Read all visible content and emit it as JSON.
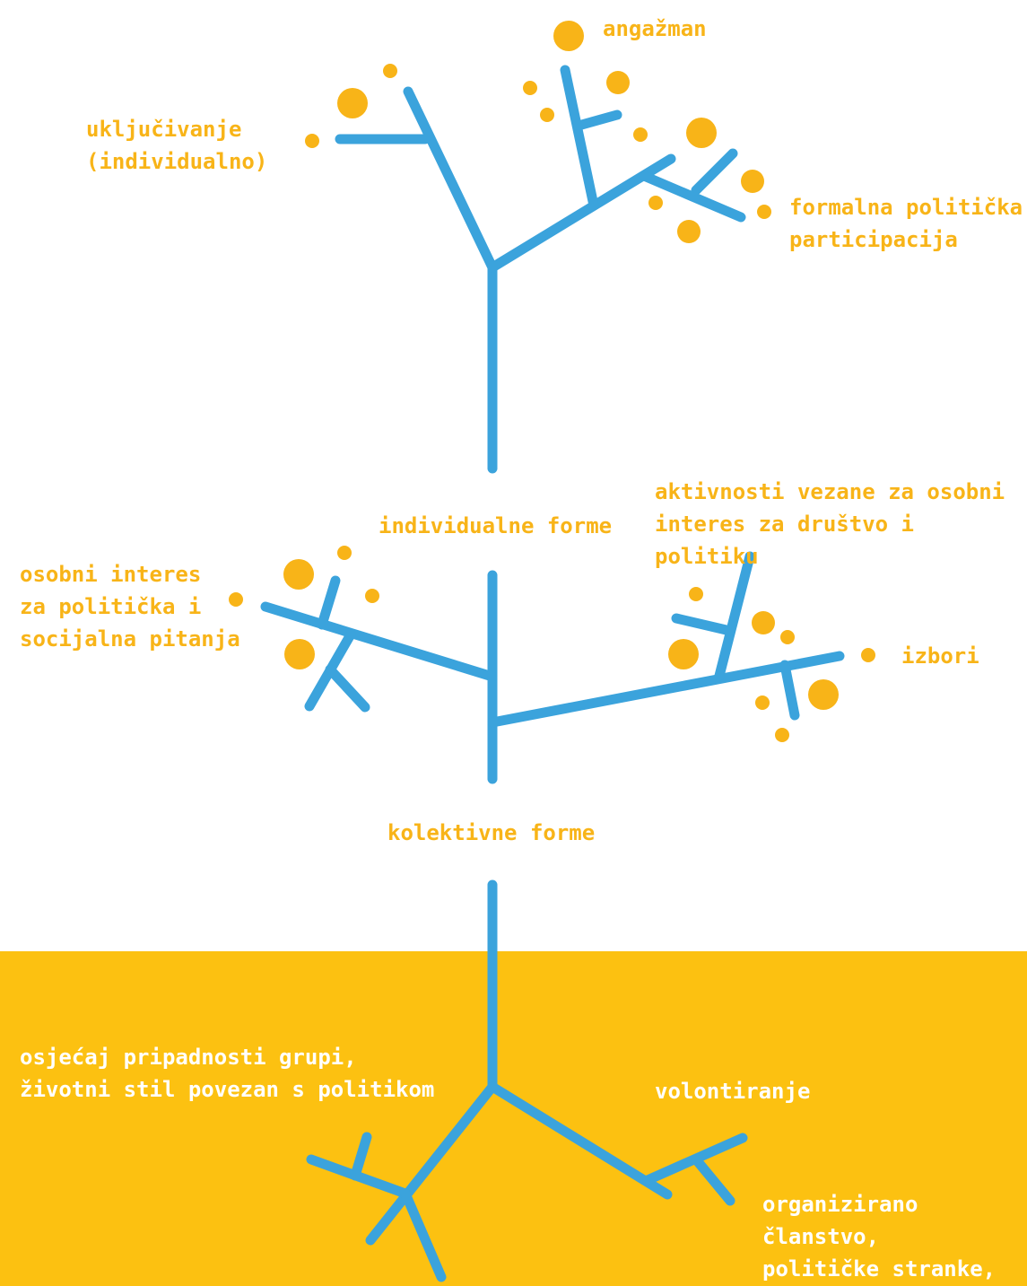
{
  "colors": {
    "branch": "#3ba3dc",
    "dot": "#f8b418",
    "ground": "#fcc111",
    "ground_text": "#ffffff",
    "label_text": "#f8b418"
  },
  "labels": {
    "angazman": "angažman",
    "ukljucivanje": "uključivanje\n(individualno)",
    "formalna": "formalna politička\nparticipacija",
    "individualne_forme": "individualne forme",
    "aktivnosti": "aktivnosti vezane za osobni\ninteres za društvo i politiku",
    "osobni_interes": "osobni interes\nza politička i\nsocijalna pitanja",
    "izbori": "izbori",
    "kolektivne_forme": "kolektivne forme",
    "osjecaj": "osjećaj pripadnosti grupi,\nživotni stil povezan s politikom",
    "volontiranje": "volontiranje",
    "organizirano": "organizirano članstvo,\npolitičke stranke,\nsindikati"
  }
}
